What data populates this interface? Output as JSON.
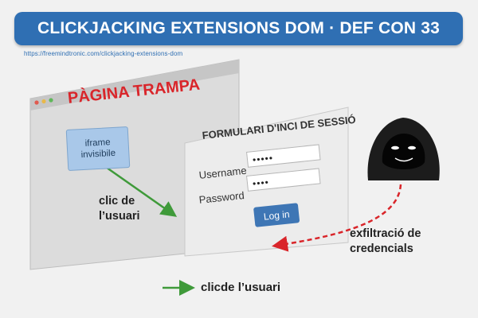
{
  "header": {
    "title": "CLICKJACKING EXTENSIONS DOM · DEF CON 33",
    "source_url": "https://freemindtronic.com/clickjacking-extensions-dom"
  },
  "trap_page": {
    "title": "PÀGINA TRAMPA",
    "iframe_line1": "iframe",
    "iframe_line2": "invisibile"
  },
  "login_form": {
    "title": "FORMULARI D'INCI DE SESSIÓ",
    "username_label": "Username",
    "username_value": "•••••",
    "password_label": "Password",
    "password_value": "••••",
    "login_button": "Log in"
  },
  "flow": {
    "click_line1": "clic de",
    "click_line2": "l’usuari",
    "exfil_line1": "exfiltració de",
    "exfil_line2": "credencials",
    "legend_text": "clicde l’usuari"
  },
  "colors": {
    "banner": "#2f6fb3",
    "trap_title": "#d9252a",
    "click_arrow": "#3f9a3a",
    "exfil_arrow": "#d9252a",
    "iframe_fill": "#a9c8e9",
    "login_button": "#3e76b5"
  }
}
